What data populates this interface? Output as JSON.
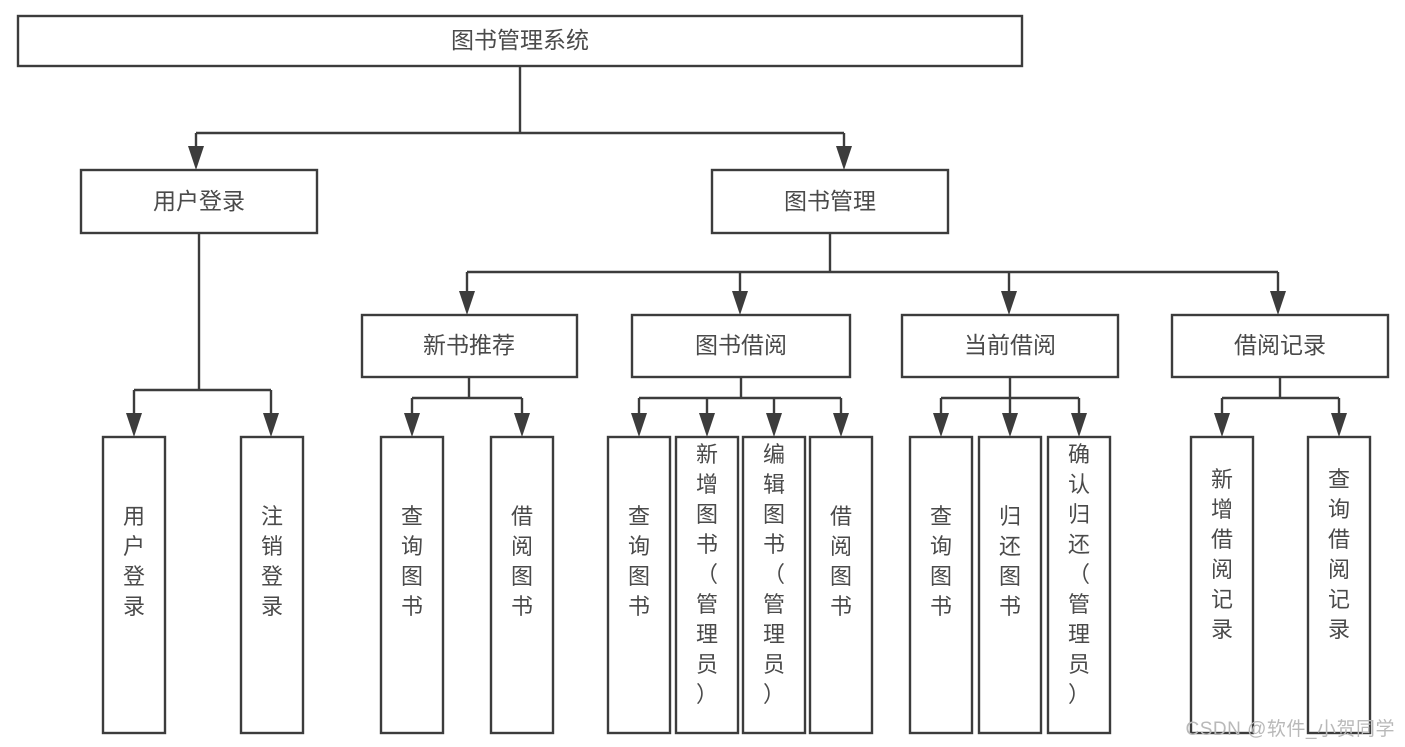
{
  "diagram": {
    "type": "tree",
    "title": "图书管理系统",
    "watermark": "CSDN @软件_小贺同学",
    "colors": {
      "stroke": "#3c3c3c",
      "box_fill": "#ffffff",
      "text": "#4a4a4a",
      "background": "#ffffff",
      "watermark": "#b9b9b9"
    },
    "levels": {
      "root": {
        "label": "图书管理系统"
      },
      "level2": [
        {
          "label": "用户登录"
        },
        {
          "label": "图书管理"
        }
      ],
      "level3": [
        {
          "label": "新书推荐"
        },
        {
          "label": "图书借阅"
        },
        {
          "label": "当前借阅"
        },
        {
          "label": "借阅记录"
        }
      ],
      "leaves": {
        "user_login": [
          {
            "label": "用户登录"
          },
          {
            "label": "注销登录"
          }
        ],
        "new_book_recommend": [
          {
            "label": "查询图书"
          },
          {
            "label": "借阅图书"
          }
        ],
        "book_borrow": [
          {
            "label": "查询图书"
          },
          {
            "label": "新增图书（管理员）"
          },
          {
            "label": "编辑图书（管理员）"
          },
          {
            "label": "借阅图书"
          }
        ],
        "current_borrow": [
          {
            "label": "查询图书"
          },
          {
            "label": "归还图书"
          },
          {
            "label": "确认归还（管理员）"
          }
        ],
        "borrow_record": [
          {
            "label": "新增借阅记录"
          },
          {
            "label": "查询借阅记录"
          }
        ]
      }
    }
  }
}
